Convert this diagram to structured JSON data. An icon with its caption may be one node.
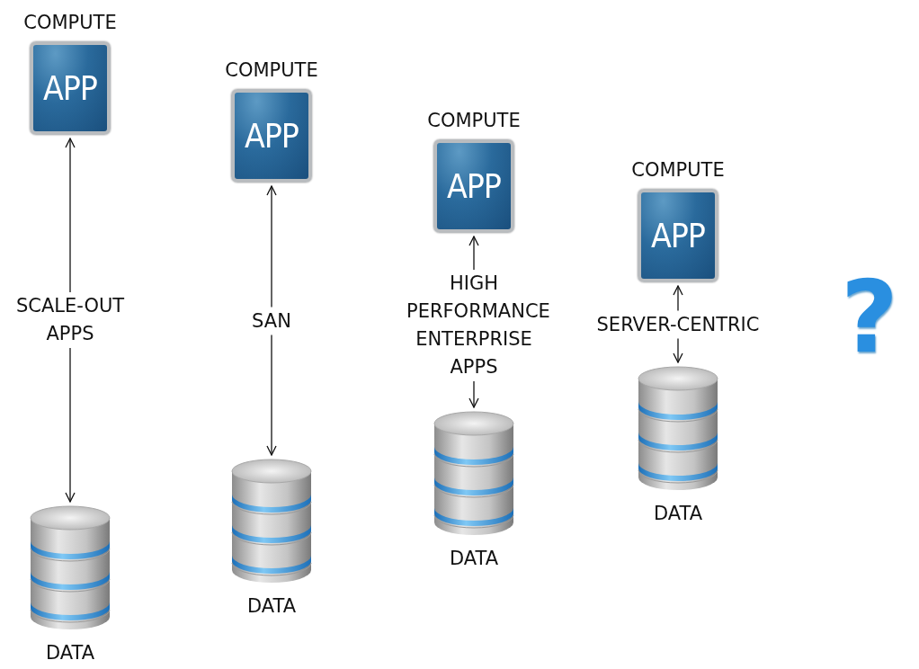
{
  "diagram": {
    "nodes": [
      {
        "text": [
          "COMPUTE",
          "APP"
        ]
      },
      {
        "text": [
          "DATA"
        ]
      },
      {
        "text": [
          "COMPUTE",
          "APP"
        ]
      },
      {
        "text": [
          "DATA"
        ]
      },
      {
        "text": [
          "COMPUTE",
          "APP"
        ]
      },
      {
        "text": [
          "DATA"
        ]
      },
      {
        "text": [
          "COMPUTE",
          "APP"
        ]
      },
      {
        "text": [
          "DATA"
        ]
      }
    ],
    "edges": [
      {
        "from": 0,
        "to": 1,
        "arrow": "both",
        "label": "SCALE-OUT APPS"
      },
      {
        "from": 2,
        "to": 3,
        "arrow": "both",
        "label": "SAN"
      },
      {
        "from": 4,
        "to": 5,
        "arrow": "both",
        "label": "HIGH PERFORMANCE ENTERPRISE APPS"
      },
      {
        "from": 6,
        "to": 7,
        "arrow": "both",
        "label": "SERVER-CENTRIC"
      }
    ],
    "labels": [
      "?"
    ]
  }
}
